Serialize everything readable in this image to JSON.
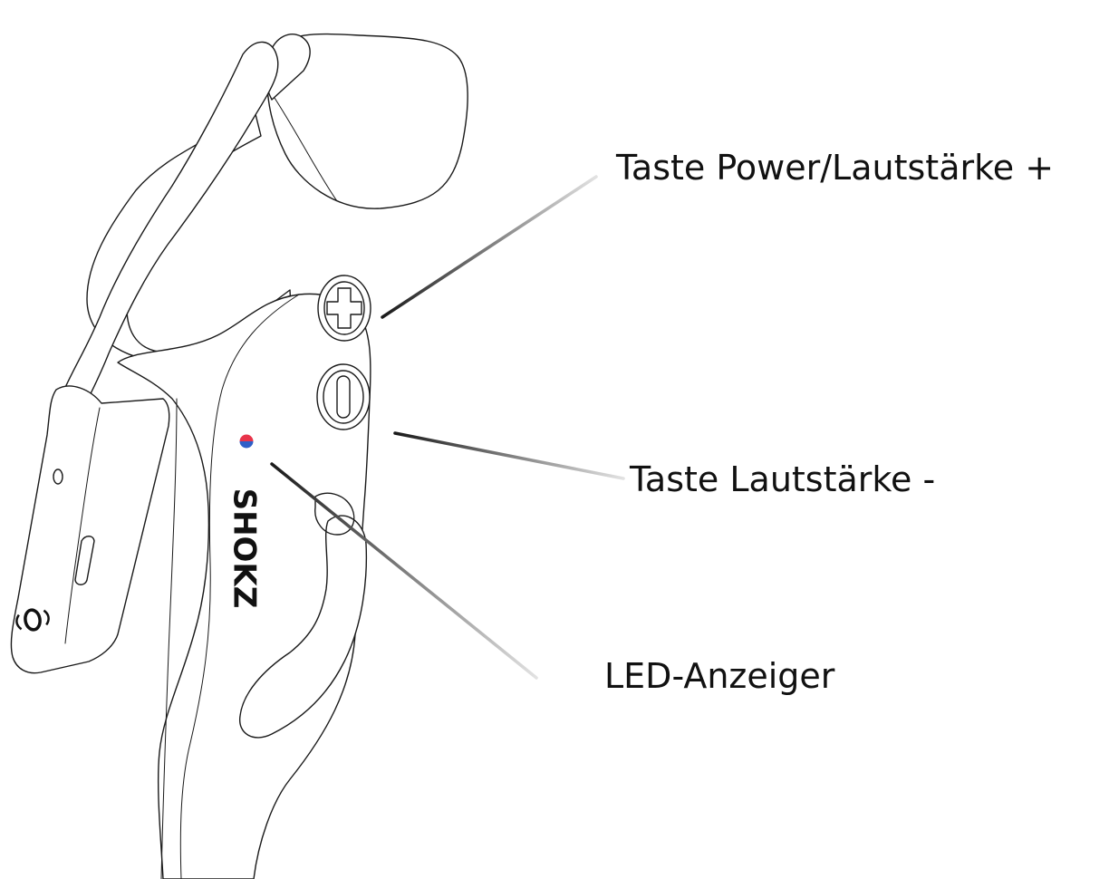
{
  "diagram": {
    "callouts": [
      {
        "id": "power-volume-up",
        "label": "Taste Power/Lautstärke +"
      },
      {
        "id": "volume-down",
        "label": "Taste Lautstärke -"
      },
      {
        "id": "led-indicator",
        "label": "LED-Anzeiger"
      }
    ],
    "brand_logo": "SHOKZ",
    "colors": {
      "outline": "#1a1a1a",
      "background": "#ffffff",
      "led_red": "#e8344a",
      "led_blue": "#2f5fc8",
      "leader_dark": "#1a1a1a",
      "leader_light": "#d8d8d8",
      "label_text": "#111111"
    }
  }
}
